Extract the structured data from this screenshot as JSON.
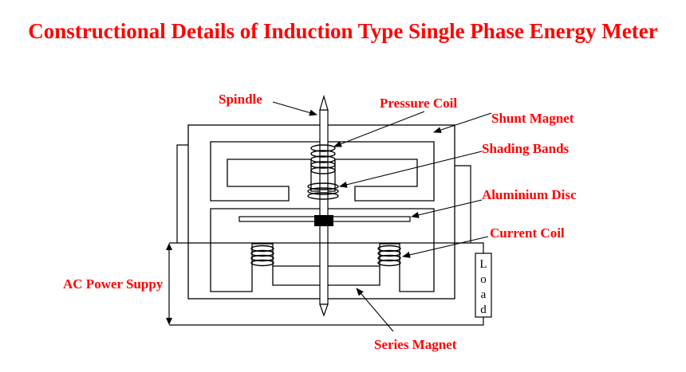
{
  "title": "Constructional Details of Induction Type Single Phase Energy Meter",
  "labels": {
    "spindle": "Spindle",
    "pressure_coil": "Pressure Coil",
    "shunt_magnet": "Shunt Magnet",
    "shading_bands": "Shading Bands",
    "aluminium_disc": "Aluminium Disc",
    "current_coil": "Current Coil",
    "ac_power_supply": "AC  Power Suppy",
    "series_magnet": "Series Magnet"
  },
  "load": [
    "L",
    "o",
    "a",
    "d"
  ],
  "colors": {
    "label": "#ff0000",
    "line": "#000000"
  }
}
